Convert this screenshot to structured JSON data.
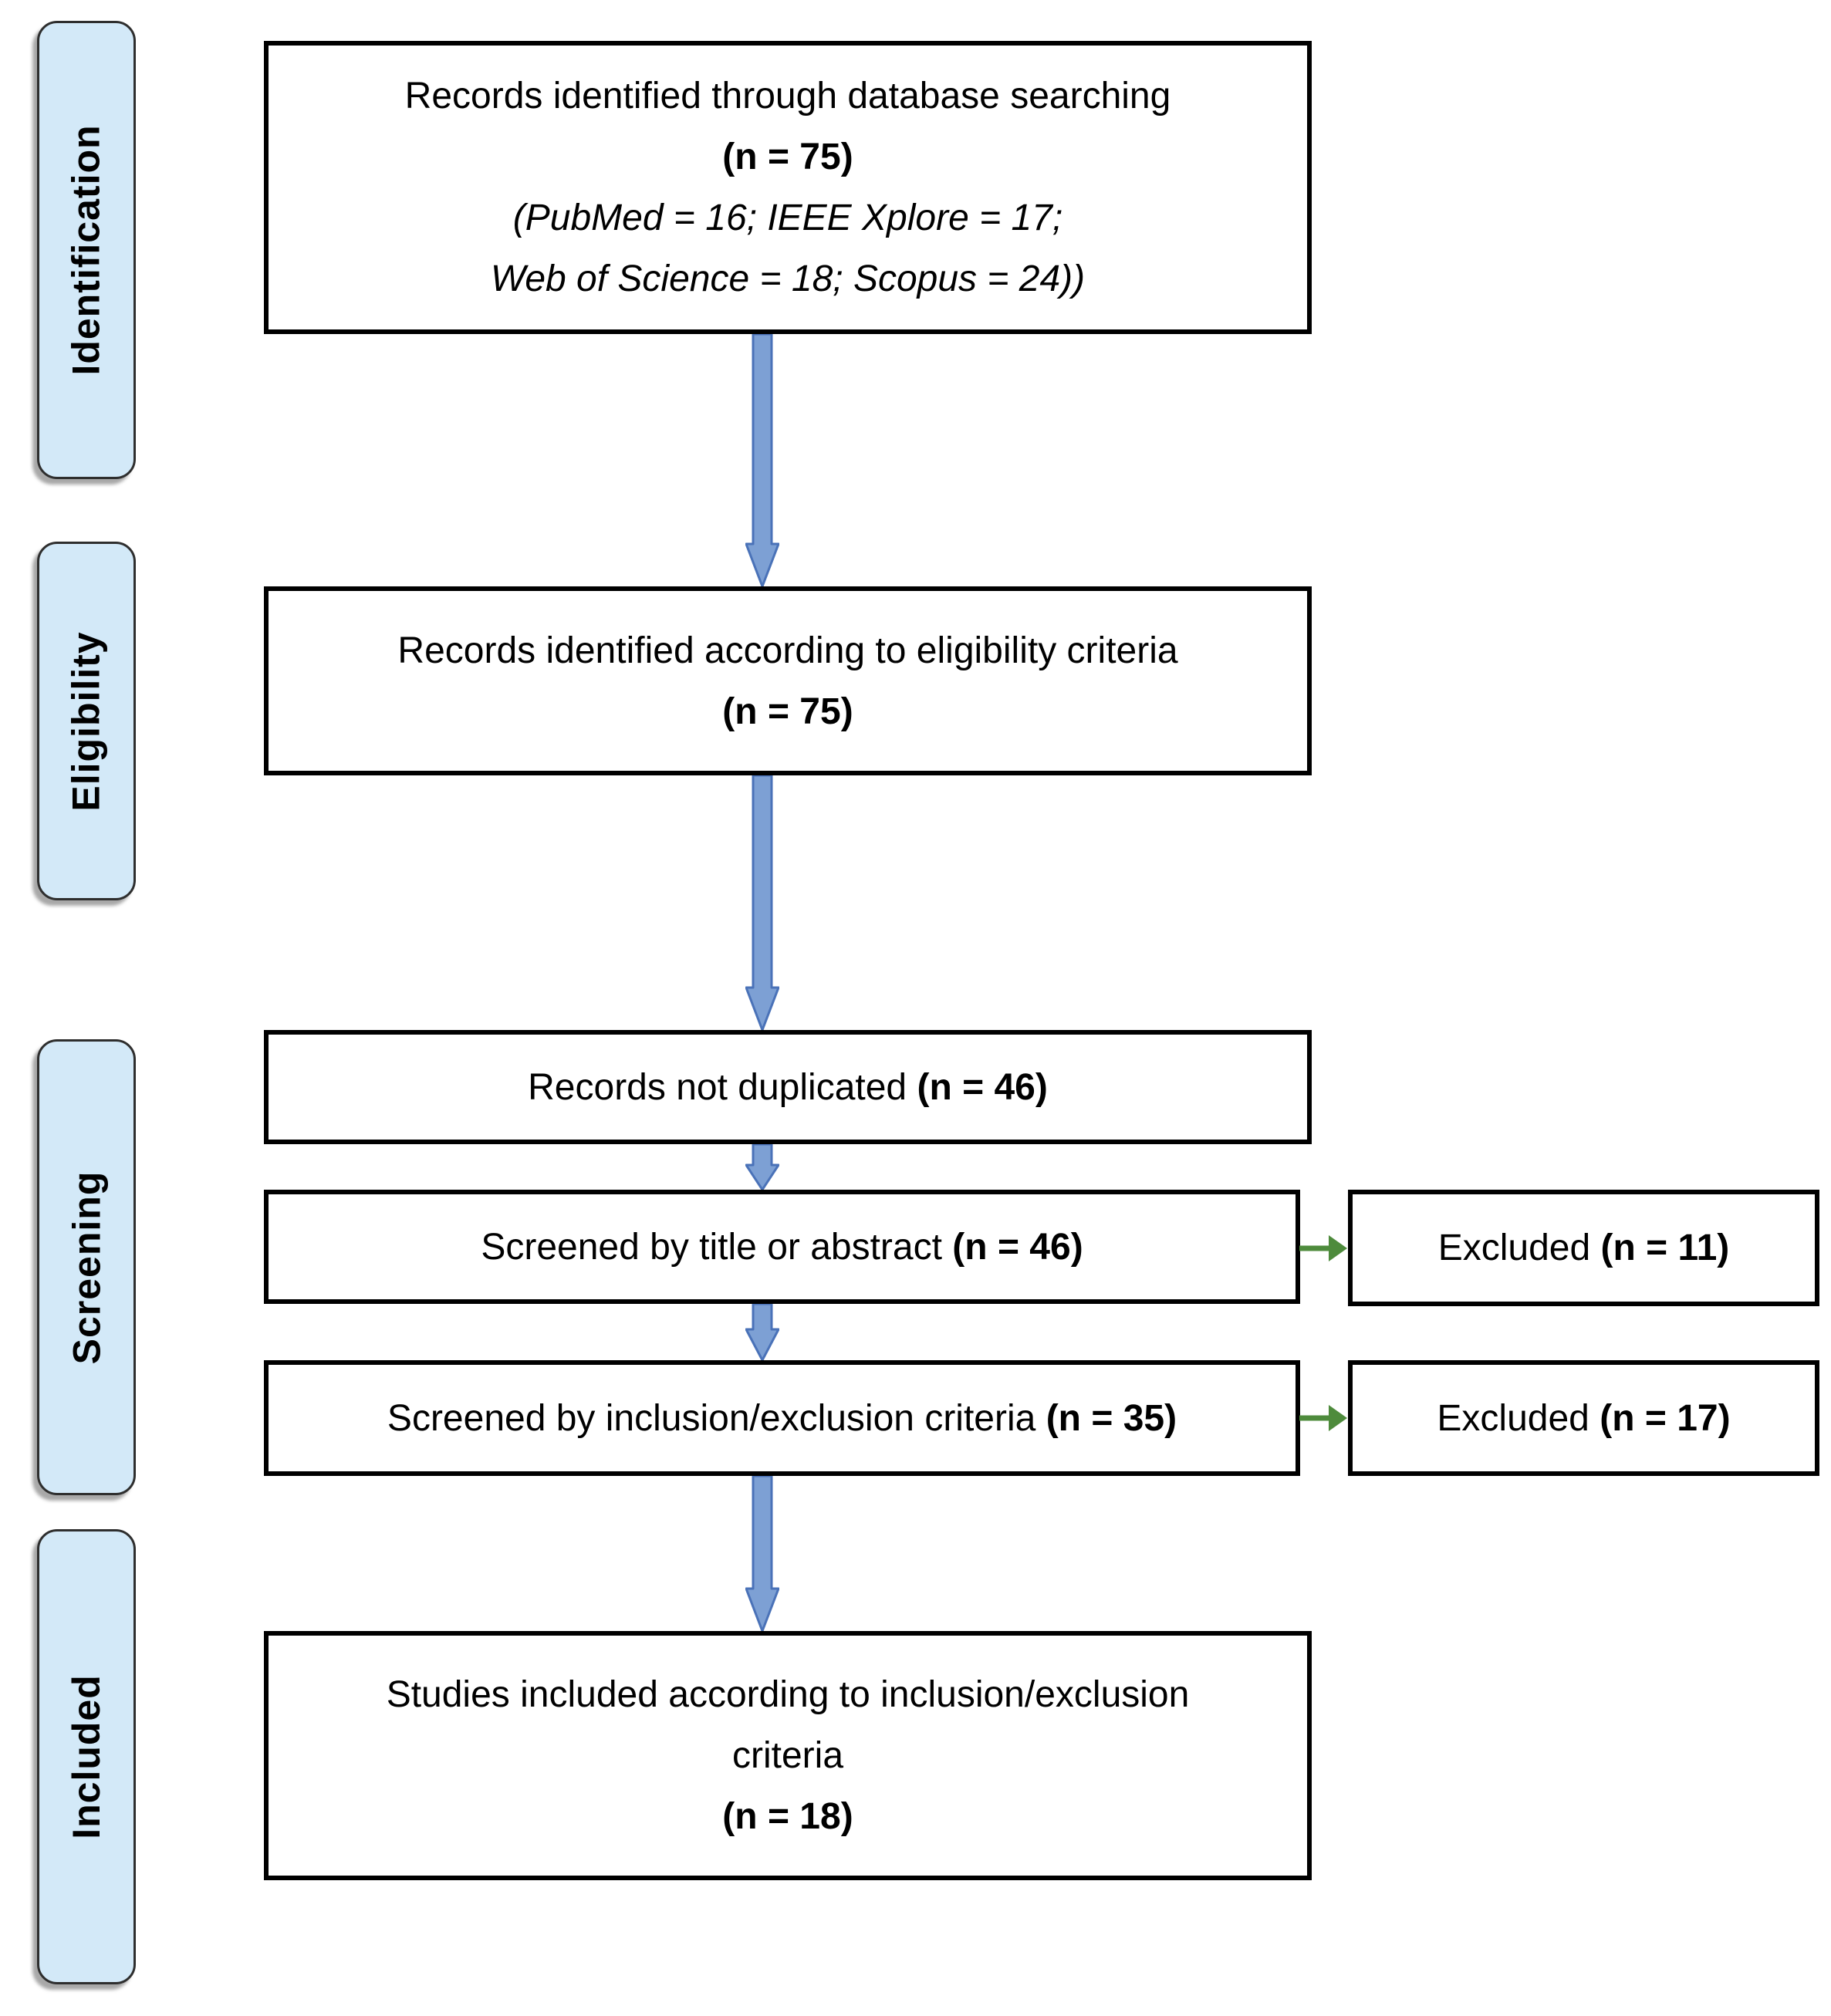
{
  "diagram": {
    "type": "prisma-flow",
    "stages": [
      {
        "label": "Identification"
      },
      {
        "label": "Eligibility"
      },
      {
        "label": "Screening"
      },
      {
        "label": "Included"
      }
    ],
    "flow": {
      "box1": {
        "line1": "Records identified through database searching",
        "count": "(n = 75)",
        "detail1": "(PubMed = 16; IEEE Xplore = 17;",
        "detail2": "Web of Science = 18; Scopus = 24))"
      },
      "box2": {
        "line1": "Records identified according to eligibility criteria",
        "count": "(n = 75)"
      },
      "box3": {
        "text": "Records not duplicated",
        "count": "(n = 46)"
      },
      "box4": {
        "text": "Screened by title or abstract",
        "count": "(n = 46)"
      },
      "box5": {
        "text": "Screened by inclusion/exclusion criteria",
        "count": "(n = 35)"
      },
      "box6": {
        "line1": "Studies included according to inclusion/exclusion",
        "line2": "criteria",
        "count": "(n = 18)"
      },
      "excluded1": {
        "text": "Excluded",
        "count": "(n = 11)"
      },
      "excluded2": {
        "text": "Excluded",
        "count": "(n = 17)"
      }
    },
    "colors": {
      "stage_fill": "#d3e9f8",
      "stage_border": "#2e2e2e",
      "box_border": "#000000",
      "flow_arrow_fill": "#7da0d4",
      "flow_arrow_stroke": "#4a72b8",
      "exclude_arrow": "#4e8b3c"
    }
  }
}
